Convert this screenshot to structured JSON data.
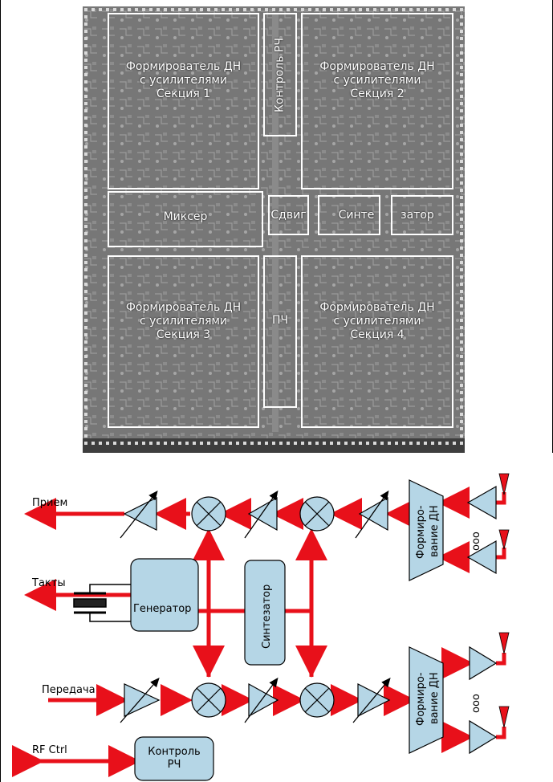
{
  "chip": {
    "beam1": {
      "l1": "Формирователь ДН",
      "l2": "с усилителями",
      "l3": "Секция 1"
    },
    "beam2": {
      "l1": "Формирователь ДН",
      "l2": "с усилителями",
      "l3": "Секция 2"
    },
    "beam3": {
      "l1": "Формирователь ДН",
      "l2": "с усилителями",
      "l3": "Секция 3"
    },
    "beam4": {
      "l1": "Формирователь ДН",
      "l2": "с усилителями",
      "l3": "Секция 4"
    },
    "rf_control": "Контроль РЧ",
    "mixer": "Миксер",
    "shift": "Сдвиг",
    "synth_a": "Синте",
    "synth_b": "затор",
    "if": "ПЧ"
  },
  "schematic": {
    "rx_label": "Прием",
    "clock_label": "Такты",
    "tx_label": "Передача",
    "rfctrl_label": "RF Ctrl",
    "generator": "Генератор",
    "synthesizer": "Синтезатор",
    "rf_control_l1": "Контроль",
    "rf_control_l2": "РЧ",
    "beamform_l1": "Формиро-",
    "beamform_l2": "вание ДН",
    "dots": "ooo"
  },
  "colors": {
    "signal": "#e8101a",
    "block": "#b5d6e6",
    "die": "#6f6f6f",
    "outline": "#ffffff"
  }
}
